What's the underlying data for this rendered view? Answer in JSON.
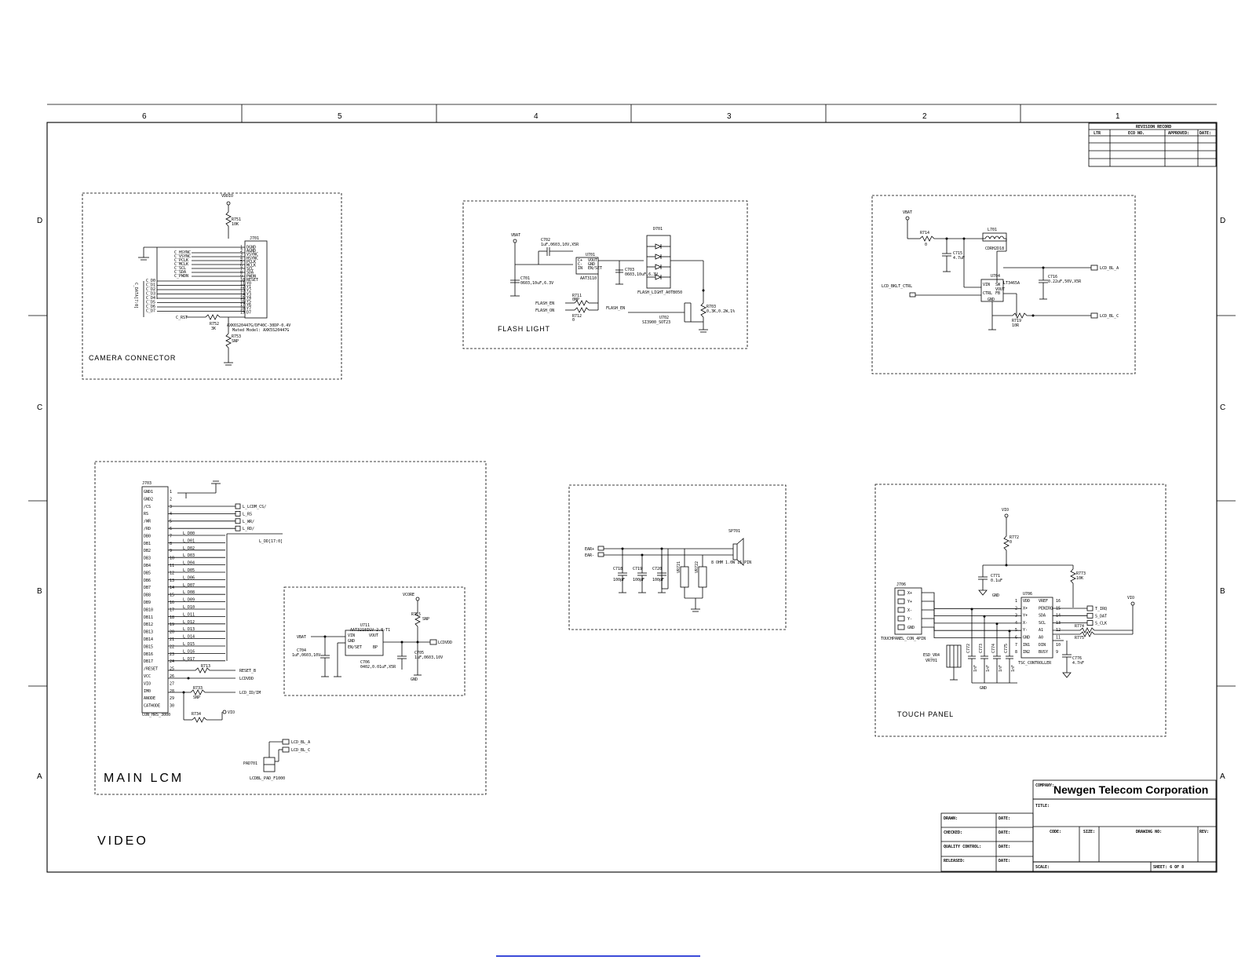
{
  "zones_top": [
    "6",
    "5",
    "4",
    "3",
    "2",
    "1"
  ],
  "zones_side": [
    "D",
    "C",
    "B",
    "A"
  ],
  "revision": {
    "title": "REVISION RECORD",
    "headers": [
      "LTR",
      "ECO NO.",
      "APPROVED:",
      "DATE:"
    ]
  },
  "blocks": {
    "camera": "CAMERA CONNECTOR",
    "flash": "FLASH LIGHT",
    "main_lcm": "MAIN LCM",
    "touch": "TOUCH PANEL",
    "video": "VIDEO"
  },
  "camera": {
    "vdd": "VDDIO",
    "r1": "R751",
    "r1v": "10K",
    "r2": "R752",
    "r2v": "3K",
    "r3": "R753",
    "r3v": "SNP",
    "conn": "J701",
    "pins": [
      "DGND",
      "AGND",
      "VSYNC",
      "HSYNC",
      "PCLK",
      "MCLK",
      "SCL",
      "SDA",
      "PWDN",
      "RESET",
      "Y0",
      "Y1",
      "Y2",
      "Y3",
      "Y4",
      "Y5",
      "Y6",
      "Y7",
      "D7"
    ],
    "left_nets": [
      "C_HSYNC",
      "C_VSYNC",
      "C_PCLK",
      "C_MCLK",
      "C_SCL",
      "C_SDA",
      "C_PWDN"
    ],
    "bus": "C_DATA[7:0]",
    "data": [
      "C_D0",
      "C_D1",
      "C_D2",
      "C_D3",
      "C_D4",
      "C_D5",
      "C_D6",
      "C_D7"
    ],
    "rst": "C_RST",
    "part1": "AXK6S20447G/DF40C-30DP-0.4V",
    "part2": "Mated Model: AXK5S20447G"
  },
  "flash": {
    "vbat": "VBAT",
    "c1": "C702",
    "c1v": "1uF,0603,10V,X5R",
    "c2": "C701",
    "c2v": "0603,10uF,6.3V",
    "ic": "U701",
    "icv": "AAT3110",
    "ic_pins": [
      "C+",
      "VOUT",
      "C-",
      "GND",
      "IN",
      "EN/SET"
    ],
    "c3": "C703",
    "c3v": "0603,10uF,6.3V",
    "d1": "D701",
    "flash_part": "FLASH_LIGHT_A0TB050",
    "r1": "R711",
    "r1v": "0NP",
    "r2": "R712",
    "r2v": "0",
    "net1": "FLASH_EN",
    "net2": "FLASH_ON",
    "net3": "FLASH_EN",
    "q": "U702",
    "qv": "SI3900_SOT23",
    "r3": "R703",
    "r3v": "0,3K,0.2W,1%"
  },
  "backlight": {
    "vbat": "VBAT",
    "r1": "R714",
    "r1v": "0",
    "c1": "C715",
    "c1v": "4.7uF",
    "l1": "L701",
    "l1v": "CDRH2D18",
    "c2": "C716",
    "c2v": "0.22uF,50V,X5R",
    "ic": "U704",
    "icv": "LT3465A",
    "pins": [
      "VIN",
      "SW",
      "CTRL",
      "FB",
      "GND",
      "VOUT"
    ],
    "ctrl": "LCD_BKLT_CTRL",
    "out_a": "LCD_BL_A",
    "out_c": "LCD_BL_C",
    "r2": "R719",
    "r2v": "10R"
  },
  "lcm": {
    "conn": "J703",
    "pins": [
      "GND1",
      "GND2",
      "/CS",
      "RS",
      "/WR",
      "/RD",
      "DB0",
      "DB1",
      "DB2",
      "DB3",
      "DB4",
      "DB5",
      "DB6",
      "DB7",
      "DB8",
      "DB9",
      "DB10",
      "DB11",
      "DB12",
      "DB13",
      "DB14",
      "DB15",
      "DB16",
      "DB17",
      "/RESET",
      "VCC",
      "VIO",
      "IM0",
      "ANODE",
      "CATHODE"
    ],
    "ctl_nets": [
      "L_LCDM_CS/",
      "L_RS",
      "L_WR/",
      "L_RD/"
    ],
    "bus": "L_DD[17:0]",
    "data": [
      "L_D00",
      "L_D01",
      "L_D02",
      "L_D03",
      "L_D04",
      "L_D05",
      "L_D06",
      "L_D07",
      "L_D08",
      "L_D09",
      "L_D10",
      "L_D11",
      "L_D12",
      "L_D13",
      "L_D14",
      "L_D15",
      "L_D16",
      "L_D17"
    ],
    "reset_net": "RESET_B",
    "vdd_net": "LCDVDD",
    "id_net": "LCD_ID/IM",
    "vio": "VIO",
    "r1": "R713",
    "r2": "R733",
    "r2v": "SNP",
    "r3": "R734",
    "part": "CON_HRS_3000",
    "pad": "PAD701",
    "pad_part": "LCDBL_PAD_F1000",
    "bl_a": "LCD_BL_A",
    "bl_c": "LCD_BL_C",
    "ldo": {
      "vcore": "VCORE",
      "r": "R715",
      "rv": "SNP",
      "ic": "U711",
      "icv": "AAT3218IGV-2.8-T1",
      "pins": [
        "VIN",
        "GND",
        "EN/SET",
        "VOUT",
        "BP"
      ],
      "vbat": "VBAT",
      "c1": "C704",
      "c1v": "1uF,0603,10V",
      "c2": "C705",
      "c2v": "1uF,0603,10V",
      "c3": "C706",
      "c3v": "0402,0.01uF,X5R",
      "out": "LCDVDD",
      "gnd": "GND"
    }
  },
  "audio": {
    "n1": "EAR+",
    "n2": "EAR-",
    "c1": "C718",
    "c1v": "100pF",
    "c2": "C719",
    "c2v": "100pF",
    "c3": "C720",
    "c3v": "100pF",
    "d1": "VR721",
    "d2": "VR722",
    "spk": "SP701",
    "spkv": "8 OHM 1.0W 15 PIN"
  },
  "touch": {
    "vio": "VIO",
    "r1": "R772",
    "r1v": "0",
    "r2": "R773",
    "r2v": "10K",
    "c1": "C771",
    "c1v": "0.1uF",
    "gnd": "GND",
    "ic": "U706",
    "icv": "TSC_CONTROLLER",
    "lpins": [
      "VDD",
      "X+",
      "Y+",
      "X-",
      "Y-",
      "GND",
      "IN1",
      "IN2"
    ],
    "rpins": [
      "VREF",
      "PENIRQ",
      "SDA",
      "SCL",
      "A1",
      "A0",
      "DIN",
      "BUSY"
    ],
    "nets": [
      "T_IRQ",
      "S_DAT",
      "S_CLK"
    ],
    "r3": "R774",
    "r4": "R775",
    "conn": "J706",
    "conn_part": "TOUCHPANEL_CON_4PIN",
    "conn_pins": [
      "X+",
      "Y+",
      "X-",
      "Y-",
      "GND"
    ],
    "esd": "ESD_VR4",
    "esd2": "VR701",
    "caps": [
      "C772",
      "C773",
      "C774",
      "C775"
    ],
    "capv": [
      "1nF",
      "1nF",
      "1nF",
      "1nF"
    ],
    "c2": "C776",
    "c2v": "4.7nF",
    "vio2": "VIO"
  },
  "title_block": {
    "company_label": "COMPANY:",
    "company": "Newgen Telecom Corporation",
    "title_label": "TITLE:",
    "rows": [
      "DRAWN:",
      "CHECKED:",
      "QUALITY CONTROL:",
      "RELEASED:"
    ],
    "date": "DATE:",
    "code": "CODE:",
    "size": "SIZE:",
    "drawing_no": "DRAWING NO:",
    "rev": "REV:",
    "scale": "SCALE:",
    "sheet": "SHEET:  6  OF  8"
  }
}
